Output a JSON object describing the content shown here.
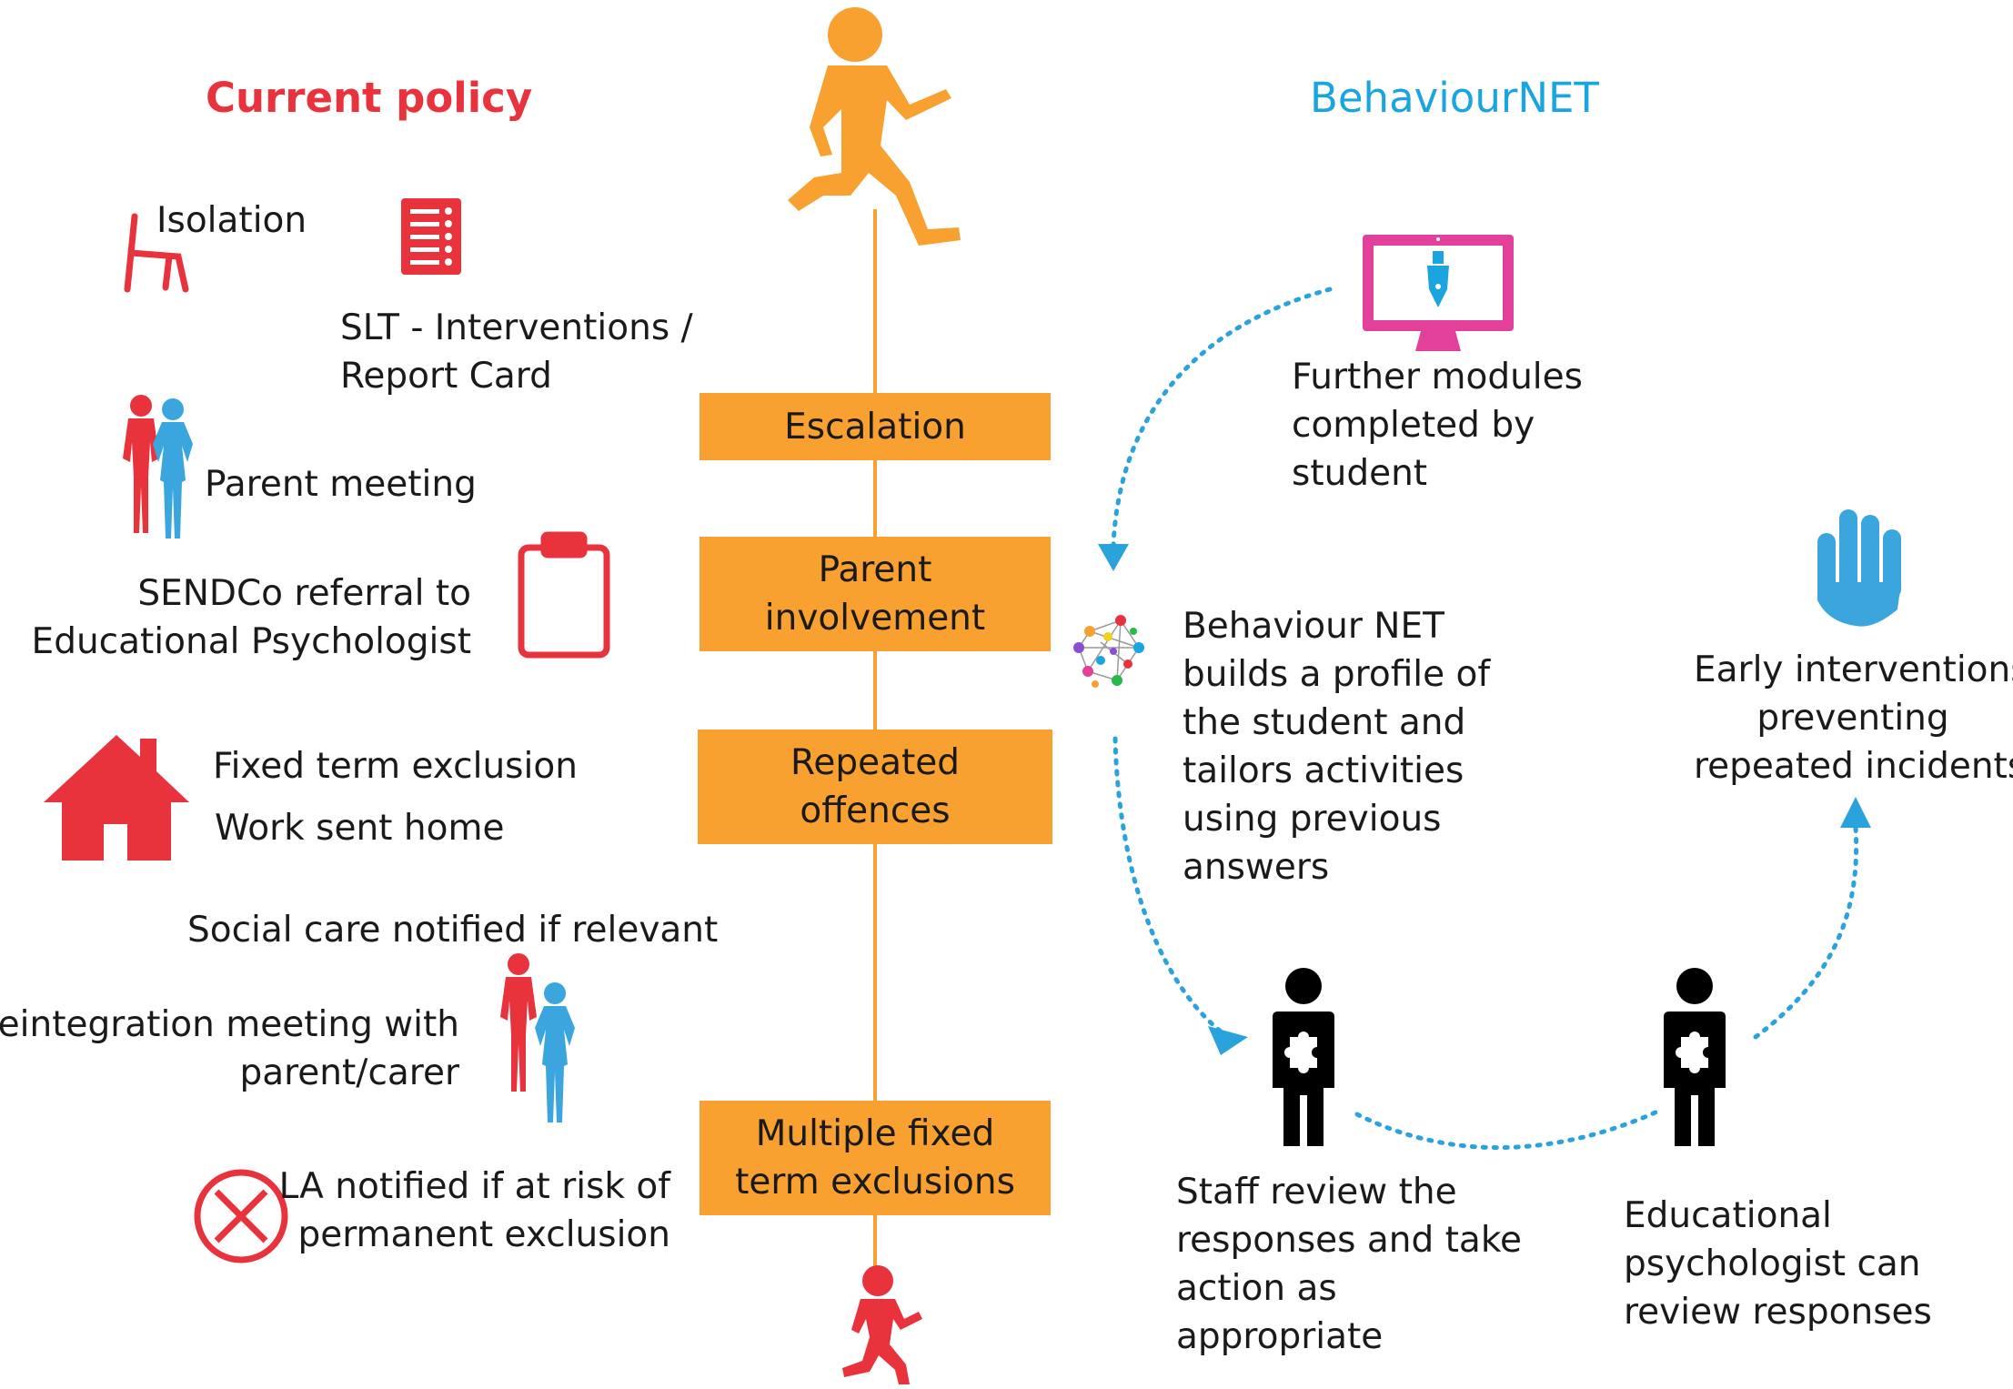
{
  "headings": {
    "left": "Current policy",
    "right": "BehaviourNET"
  },
  "colors": {
    "timeline_orange": "#f8a030",
    "policy_red": "#e8323c",
    "behaviournet_blue": "#1aa5e0",
    "monitor_pink": "#e2409a",
    "hand_blue": "#3aa6dd"
  },
  "timeline": {
    "stages": [
      "Escalation",
      "Parent\ninvolvement",
      "Repeated\noffences",
      "Multiple fixed\nterm exclusions"
    ]
  },
  "current_policy": {
    "isolation": "Isolation",
    "slt": [
      "SLT - Interventions /",
      "Report Card"
    ],
    "parent_meeting": "Parent meeting",
    "sendco": [
      "SENDCo referral to",
      "Educational Psychologist"
    ],
    "fixed_term": "Fixed term exclusion",
    "work_home": "Work sent home",
    "social_care": "Social care notified if relevant",
    "reintegration": [
      "Reintegration meeting with",
      "parent/carer"
    ],
    "la_notified": [
      "LA notified if at risk of",
      "permanent exclusion"
    ]
  },
  "behaviournet": {
    "modules": [
      "Further modules",
      "completed by",
      "student"
    ],
    "profile": [
      "Behaviour NET",
      "builds a profile of",
      "the student and",
      "tailors activities",
      "using previous",
      "answers"
    ],
    "staff": [
      "Staff review the",
      "responses and take",
      "action as",
      "appropriate"
    ],
    "psychologist": [
      "Educational",
      "psychologist can",
      "review responses"
    ],
    "early": [
      "Early interventions,",
      "preventing",
      "repeated incidents"
    ]
  },
  "icons": {
    "top_runner": "running-child-icon",
    "bottom_runner": "running-child-small-icon",
    "chair": "chair-icon",
    "report": "report-card-icon",
    "parents": "parents-icon",
    "clipboard": "clipboard-icon",
    "house": "house-icon",
    "cross": "cross-circle-icon",
    "monitor": "monitor-pen-icon",
    "network": "network-icon",
    "staff": "staff-person-icon",
    "hand": "stop-hand-icon"
  }
}
